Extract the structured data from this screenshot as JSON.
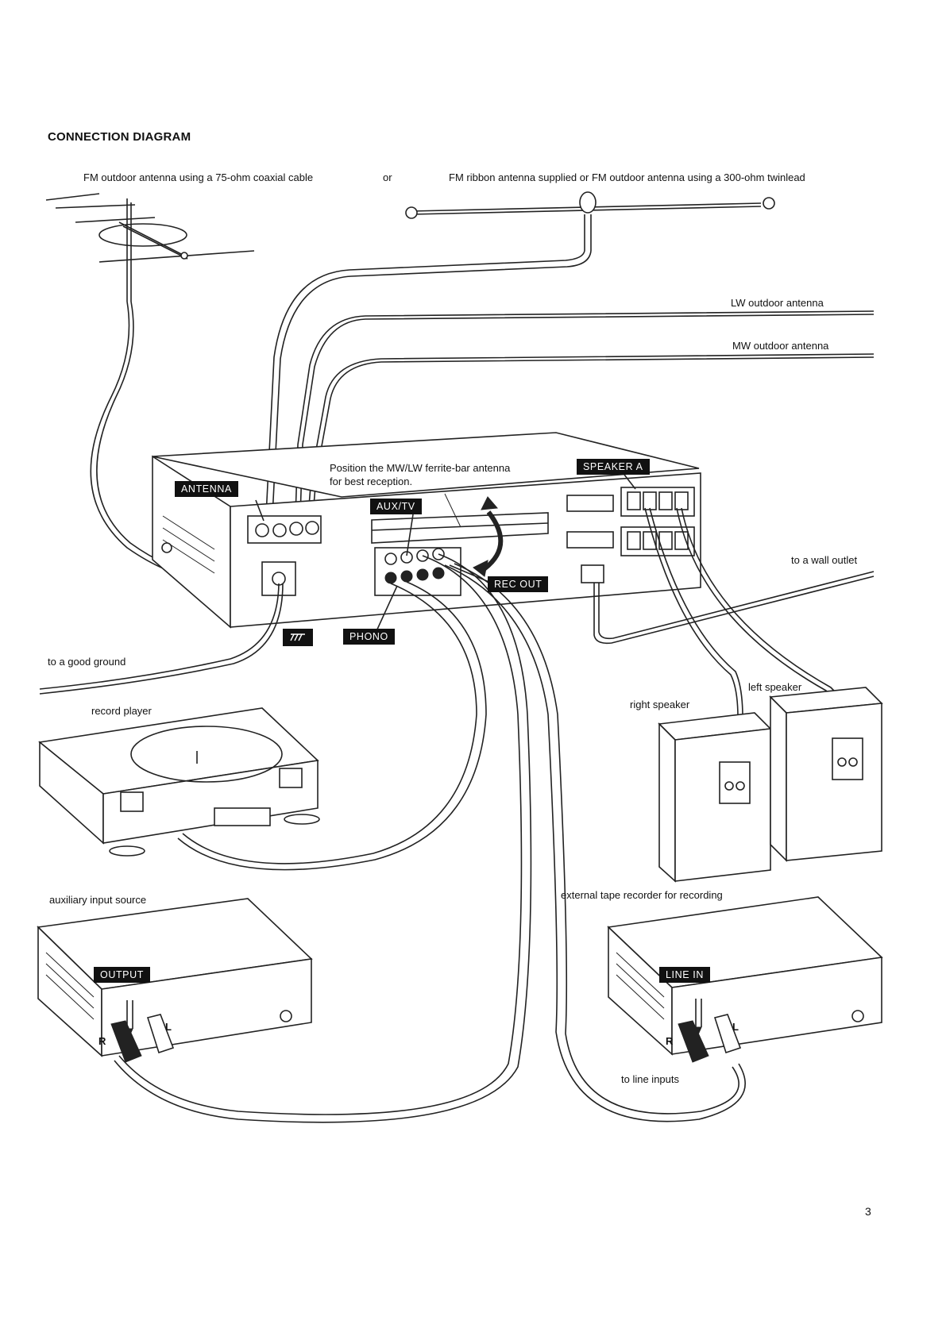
{
  "heading": "CONNECTION DIAGRAM",
  "page_number": "3",
  "captions": {
    "fm_coaxial": "FM outdoor antenna using a 75-ohm coaxial cable",
    "or": "or",
    "fm_ribbon": "FM ribbon antenna supplied or FM outdoor antenna using a 300-ohm twinlead",
    "lw_outdoor": "LW outdoor antenna",
    "mw_outdoor": "MW outdoor antenna",
    "ferrite_line1": "Position the MW/LW ferrite-bar antenna",
    "ferrite_line2": "for best reception.",
    "wall_outlet": "to a wall outlet",
    "good_ground": "to a good ground",
    "record_player": "record player",
    "left_speaker": "left speaker",
    "right_speaker": "right speaker",
    "aux_source": "auxiliary input source",
    "tape_recorder": "external tape recorder for recording",
    "line_inputs": "to line inputs"
  },
  "tags": {
    "antenna": "ANTENNA",
    "aux_tv": "AUX/TV",
    "speaker_a": "SPEAKER A",
    "rec_out": "REC OUT",
    "phono": "PHONO",
    "output": "OUTPUT",
    "line_in": "LINE IN"
  },
  "pins": {
    "aux_r": "R",
    "aux_l": "L",
    "tape_r": "R",
    "tape_l": "L"
  },
  "icons": {
    "ground": "ground-symbol-icon"
  },
  "colors": {
    "ink": "#222222",
    "tag_background": "#111111",
    "tag_text": "#ffffff"
  }
}
